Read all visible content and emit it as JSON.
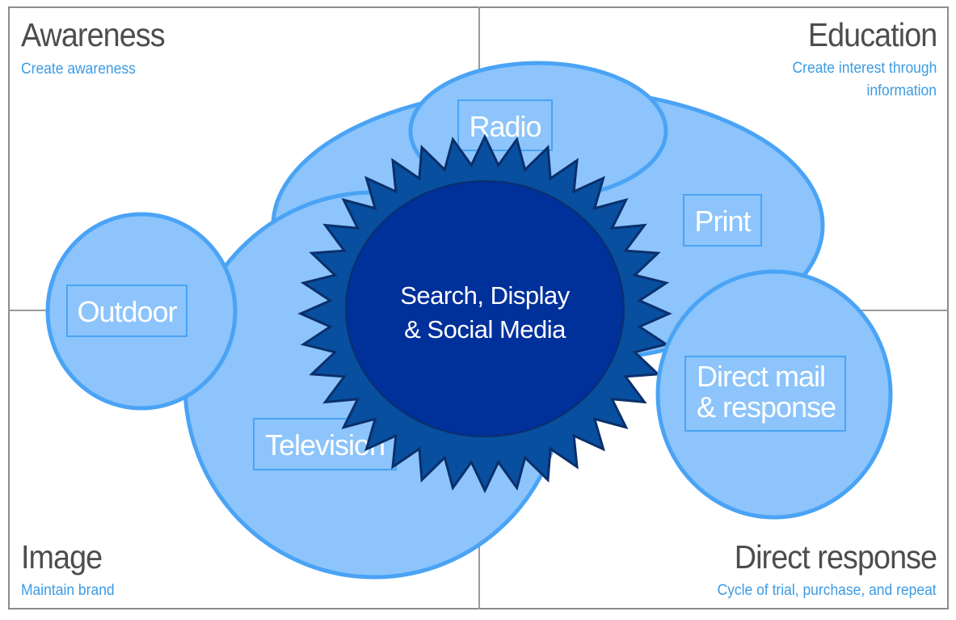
{
  "quadrants": {
    "top_left": {
      "title": "Awareness",
      "subtitle": "Create awareness"
    },
    "top_right": {
      "title": "Education",
      "subtitle_line1": "Create interest through",
      "subtitle_line2": "information"
    },
    "bottom_left": {
      "title": "Image",
      "subtitle": "Maintain brand"
    },
    "bottom_right": {
      "title": "Direct response",
      "subtitle": "Cycle of trial, purchase, and repeat"
    }
  },
  "channels": {
    "radio": "Radio",
    "print": "Print",
    "outdoor": "Outdoor",
    "television": "Television",
    "direct_mail_line1": "Direct mail",
    "direct_mail_line2": "& response"
  },
  "center": {
    "line1": "Search, Display",
    "line2": "& Social Media"
  },
  "colors": {
    "bubble_fill": "#8cc4fb",
    "bubble_stroke": "#4aa3f5",
    "starburst_fill": "#084fa0",
    "starburst_stroke": "#0b2f6a",
    "center_fill": "#00309a",
    "label_box_stroke": "#4aa3f5"
  }
}
